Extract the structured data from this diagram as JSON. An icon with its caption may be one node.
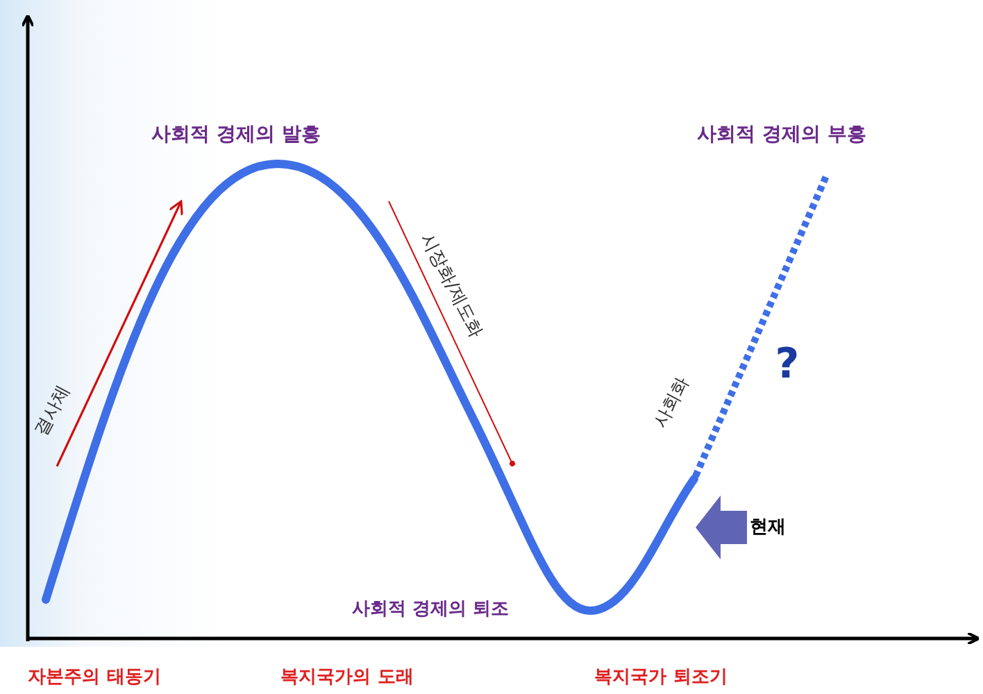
{
  "diagram": {
    "labels": [
      "사회적 경제의 발흥",
      "사회적 경제의 부흥",
      "결사체",
      "시장화/제도화",
      "?",
      "사회화",
      "현재",
      "사회적 경제의 퇴조",
      "자본주의 태동기",
      "복지국가의 도래",
      "복지국가 퇴조기"
    ]
  }
}
